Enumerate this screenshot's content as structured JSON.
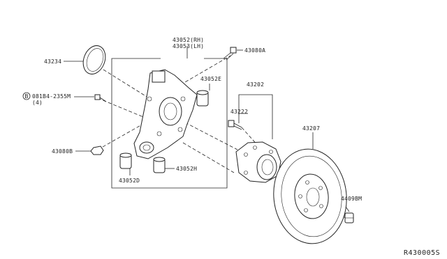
{
  "diagram": {
    "labels": {
      "p43052_rh": "43052(RH)",
      "p43053_lh": "43053(LH)",
      "p43080a": "43080A",
      "p43234": "43234",
      "p43052e": "43052E",
      "p43202": "43202",
      "bolt_code": "081B4-2355M",
      "bolt_qty": "(4)",
      "bolt_marker": "B",
      "p43222": "43222",
      "p43207": "43207",
      "p43080b": "43080B",
      "p43052h": "43052H",
      "p43052d": "43052D",
      "p4409bm": "4409BM"
    },
    "reference": "R430005S"
  }
}
